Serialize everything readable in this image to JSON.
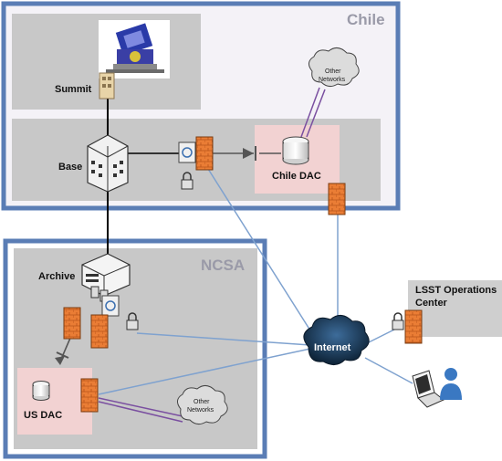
{
  "regions": {
    "chile": {
      "title": "Chile"
    },
    "ncsa": {
      "title": "NCSA"
    }
  },
  "nodes": {
    "summit": "Summit",
    "base": "Base",
    "chile_dac": "Chile DAC",
    "archive": "Archive",
    "us_dac": "US DAC",
    "internet": "Internet",
    "ops_center_line1": "LSST Operations",
    "ops_center_line2": "Center",
    "other_networks_1_line1": "Other",
    "other_networks_1_line2": "Networks",
    "other_networks_2_line1": "Other",
    "other_networks_2_line2": "Networks"
  },
  "icons": [
    "telescope-photo",
    "building-icon",
    "server-icon",
    "firewall-icon",
    "lock-icon",
    "router-icon",
    "database-icon",
    "cloud-icon",
    "laptop-icon",
    "user-icon"
  ],
  "colors": {
    "region_border": "#5a7db5",
    "zone_gray": "#c8c8c8",
    "dac_pink": "#f2d2d2",
    "blue_link": "#7fa2cf",
    "purple_link": "#7a4fa0",
    "firewall": "#e5772d"
  }
}
